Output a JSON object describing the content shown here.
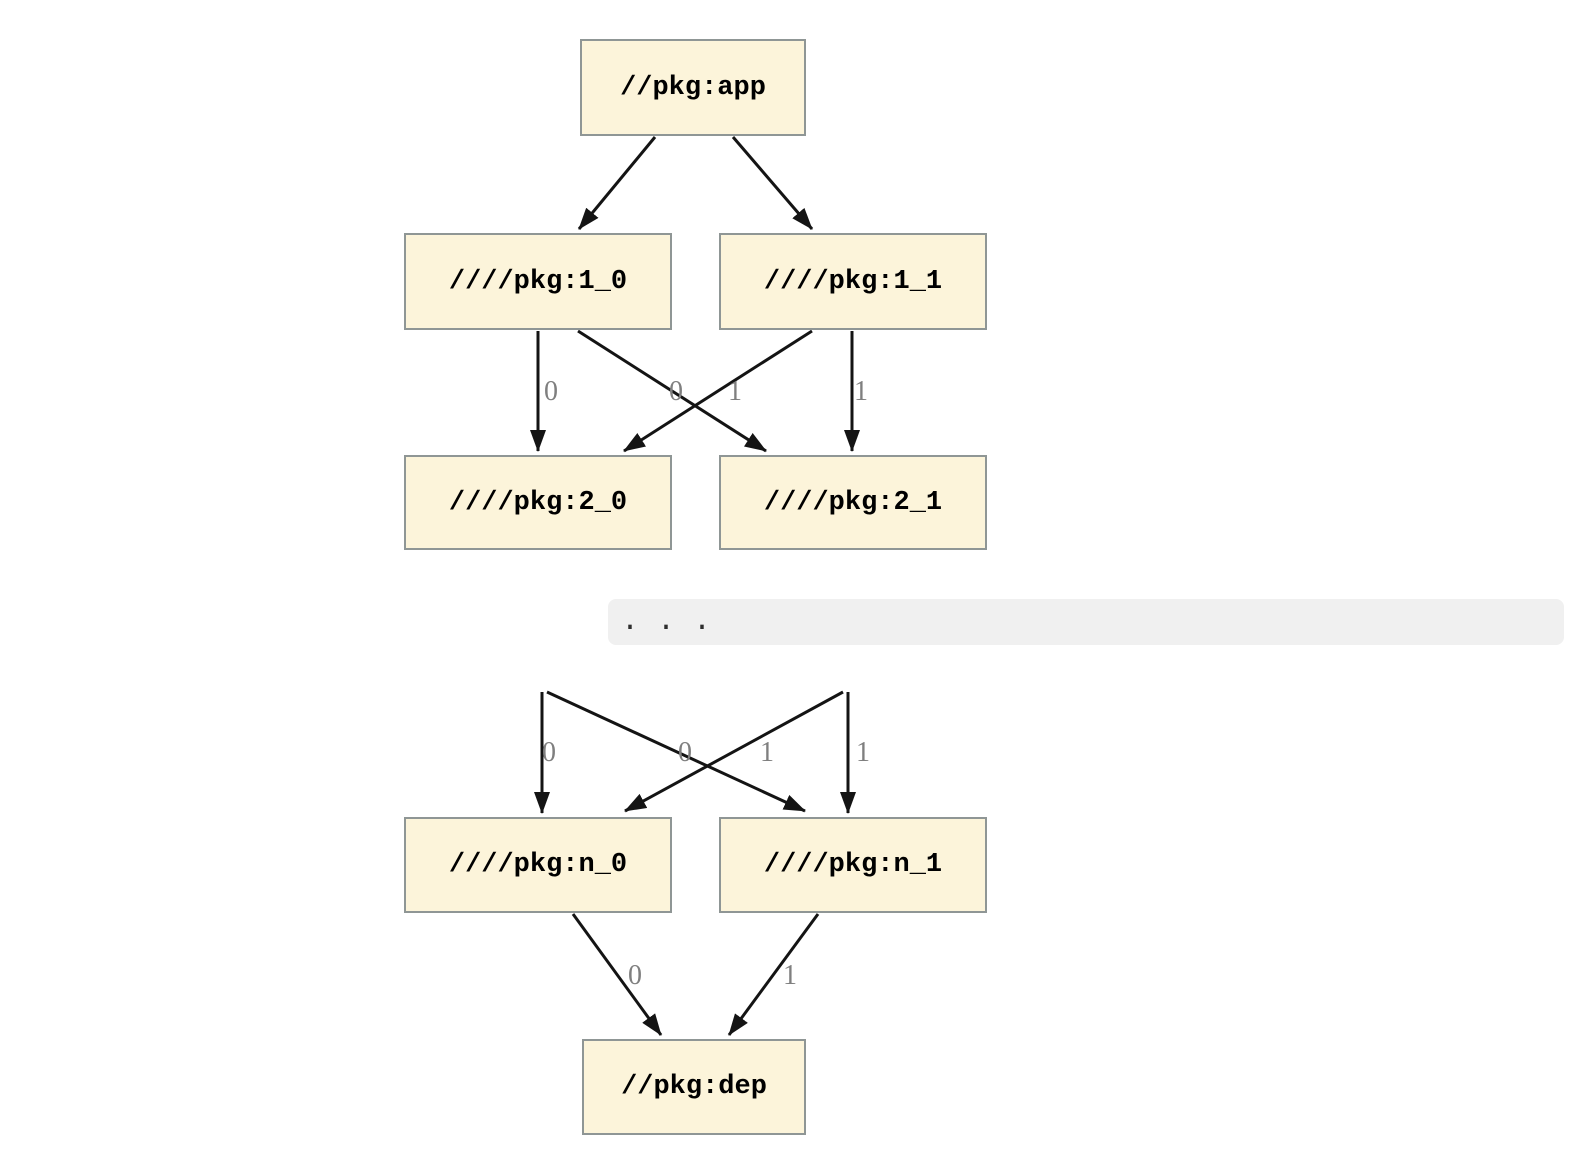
{
  "diagram": {
    "type": "dependency-graph",
    "nodes": [
      {
        "id": "app",
        "label": "//pkg:app"
      },
      {
        "id": "1_0",
        "label": "////pkg:1_0"
      },
      {
        "id": "1_1",
        "label": "////pkg:1_1"
      },
      {
        "id": "2_0",
        "label": "////pkg:2_0"
      },
      {
        "id": "2_1",
        "label": "////pkg:2_1"
      },
      {
        "id": "n_0",
        "label": "////pkg:n_0"
      },
      {
        "id": "n_1",
        "label": "////pkg:n_1"
      },
      {
        "id": "dep",
        "label": "//pkg:dep"
      }
    ],
    "edges": [
      {
        "from": "//pkg:app",
        "to": "////pkg:1_0",
        "label": ""
      },
      {
        "from": "//pkg:app",
        "to": "////pkg:1_1",
        "label": ""
      },
      {
        "from": "////pkg:1_0",
        "to": "////pkg:2_0",
        "label": "0"
      },
      {
        "from": "////pkg:1_1",
        "to": "////pkg:2_0",
        "label": "0"
      },
      {
        "from": "////pkg:1_0",
        "to": "////pkg:2_1",
        "label": "1"
      },
      {
        "from": "////pkg:1_1",
        "to": "////pkg:2_1",
        "label": "1"
      },
      {
        "from": "...",
        "to": "////pkg:n_0",
        "label": "0"
      },
      {
        "from": "...",
        "to": "////pkg:n_0",
        "label": "0"
      },
      {
        "from": "...",
        "to": "////pkg:n_1",
        "label": "1"
      },
      {
        "from": "...",
        "to": "////pkg:n_1",
        "label": "1"
      },
      {
        "from": "////pkg:n_0",
        "to": "//pkg:dep",
        "label": "0"
      },
      {
        "from": "////pkg:n_1",
        "to": "//pkg:dep",
        "label": "1"
      }
    ],
    "ellipsis_text": ". . .",
    "colors": {
      "node_fill": "#fcf4da",
      "node_border": "#8f9695",
      "arrow": "#141414",
      "edge_label": "#7f7f7f",
      "code_block_bg": "#f0f0f0"
    }
  }
}
